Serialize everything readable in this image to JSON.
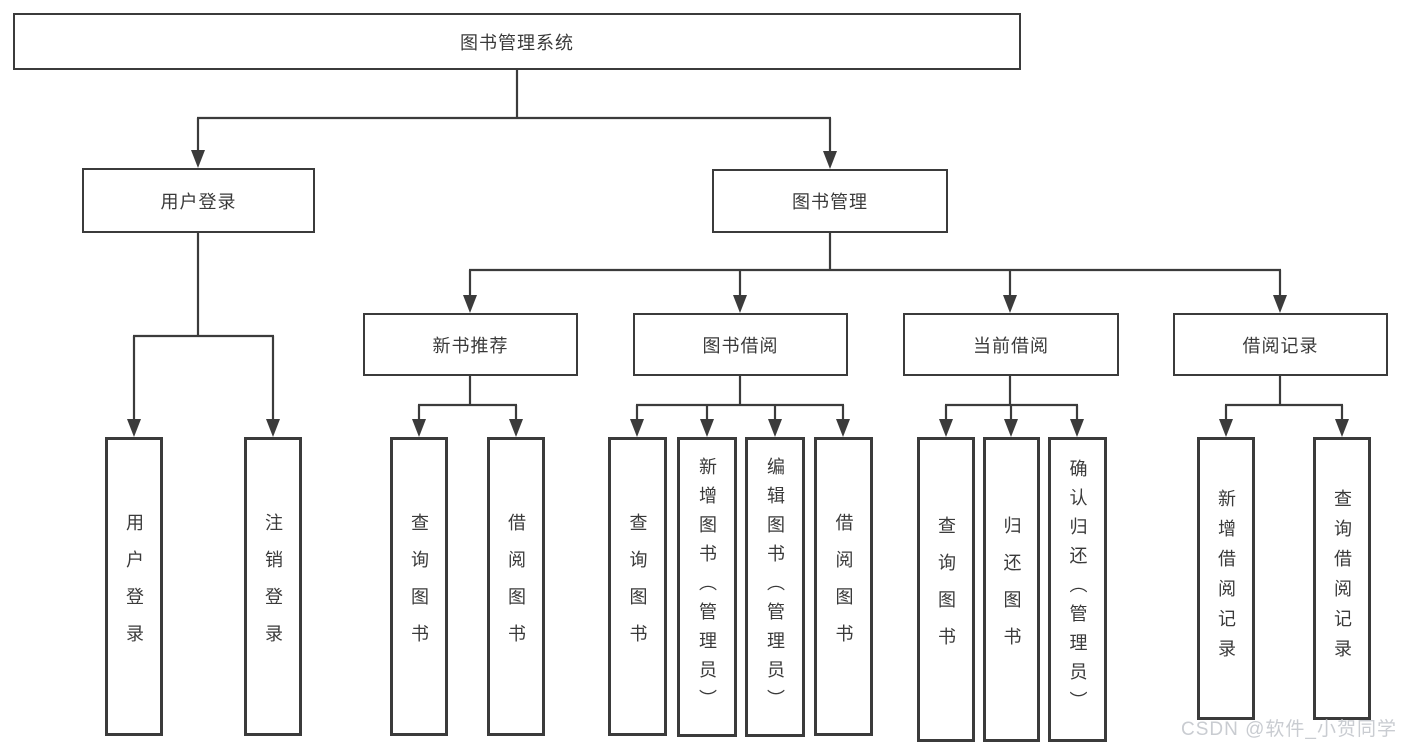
{
  "diagram": {
    "root": "图书管理系统",
    "branches": [
      {
        "label": "用户登录",
        "children": [
          "用户登录",
          "注销登录"
        ]
      },
      {
        "label": "图书管理",
        "groups": [
          {
            "label": "新书推荐",
            "children": [
              "查询图书",
              "借阅图书"
            ]
          },
          {
            "label": "图书借阅",
            "children": [
              "查询图书",
              "新增图书（管理员）",
              "编辑图书（管理员）",
              "借阅图书"
            ]
          },
          {
            "label": "当前借阅",
            "children": [
              "查询图书",
              "归还图书",
              "确认归还（管理员）"
            ]
          },
          {
            "label": "借阅记录",
            "children": [
              "新增借阅记录",
              "查询借阅记录"
            ]
          }
        ]
      }
    ]
  },
  "watermark": "CSDN @软件_小贺同学",
  "colors": {
    "line": "#3b3b3b",
    "text": "#3a3a3a",
    "watermark": "#c9ccd1"
  }
}
